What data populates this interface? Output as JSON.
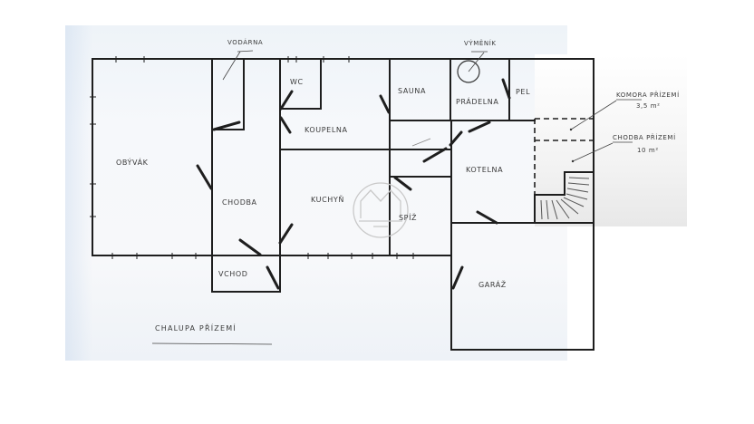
{
  "title": "CHALUPA PŘÍZEMÍ",
  "rooms": {
    "obyvak": "OBÝVÁK",
    "chodba": "CHODBA",
    "vchod": "VCHOD",
    "wc": "WC",
    "koupelna": "KOUPELNA",
    "kuchyn": "KUCHYŇ",
    "spiz": "SPÍŽ",
    "sauna": "SAUNA",
    "pradelna": "PRÁDELNA",
    "pel": "PEL",
    "kotelna": "KOTELNA",
    "garaz": "GARÁŽ"
  },
  "callouts": {
    "vodarna": "VODÁRNA",
    "vymenik": "VÝMĚNÍK",
    "komora_title": "KOMORA PŘÍZEMÍ",
    "komora_area": "3,5 m²",
    "chodba_pr_title": "CHODBA PŘÍZEMÍ",
    "chodba_pr_area": "10 m²"
  },
  "colors": {
    "wall": "#1e1e1e",
    "text": "#3a3a3a",
    "paper": "#f5f7fa",
    "watermark": "#c9c9c9"
  },
  "watermark": "house-logo"
}
